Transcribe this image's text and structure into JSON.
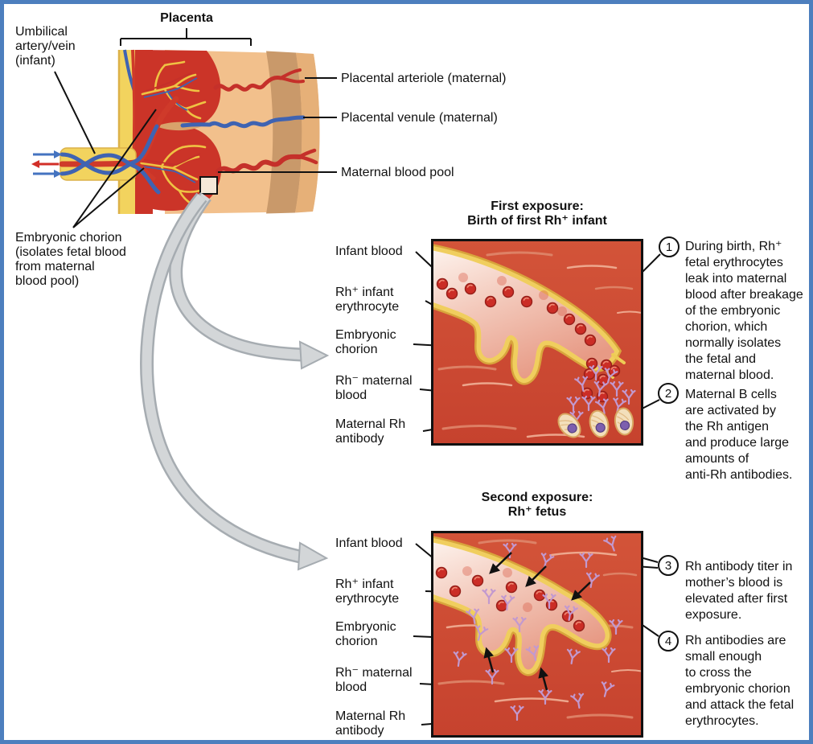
{
  "colors": {
    "frame_blue": "#4d7fbe",
    "panel_background_red": "#cf4a33",
    "chorion_yellow": "#f0ce5e",
    "infant_blood_pink": "#f3c9bb",
    "erythrocyte_red": "#cb2d26",
    "antibody_lavender": "#c299cf",
    "b_cell_cream": "#f3dfbb",
    "b_cell_nucleus_purple": "#7d5fae",
    "maternal_artery_red": "#c5302a",
    "maternal_vein_blue": "#3f63b2",
    "uterine_wall_tan": "#f1bd8a",
    "zoom_arrow_gray": "#d3d6d8"
  },
  "placenta_diagram": {
    "bracket_label": "Placenta",
    "labels": {
      "umbilical_lines": [
        "Umbilical",
        "artery/vein",
        "(infant)"
      ],
      "chorion_note_lines": [
        "Embryonic chorion",
        "(isolates fetal blood",
        "from maternal",
        "blood pool)"
      ],
      "arteriole": "Placental arteriole (maternal)",
      "venule": "Placental venule (maternal)",
      "blood_pool": "Maternal blood pool"
    }
  },
  "first_exposure": {
    "title_lines": [
      "First exposure:",
      "Birth of first Rh⁺ infant"
    ],
    "labels": [
      {
        "lines": [
          "Infant blood"
        ]
      },
      {
        "lines": [
          "Rh⁺ infant",
          "erythrocyte"
        ]
      },
      {
        "lines": [
          "Embryonic",
          "chorion"
        ]
      },
      {
        "lines": [
          "Rh⁻ maternal",
          "blood"
        ]
      },
      {
        "lines": [
          "Maternal Rh",
          "antibody"
        ]
      }
    ],
    "annotations": [
      {
        "number": "1",
        "lines": [
          "During birth, Rh⁺",
          "fetal erythrocytes",
          "leak into maternal",
          "blood after breakage",
          "of the embryonic",
          "chorion, which",
          "normally isolates",
          "the fetal and",
          "maternal blood."
        ]
      },
      {
        "number": "2",
        "lines": [
          "Maternal B cells",
          "are activated by",
          "the Rh antigen",
          "and produce large",
          "amounts of",
          "anti-Rh antibodies."
        ]
      }
    ]
  },
  "second_exposure": {
    "title_lines": [
      "Second exposure:",
      "Rh⁺ fetus"
    ],
    "labels": [
      {
        "lines": [
          "Infant blood"
        ]
      },
      {
        "lines": [
          "Rh⁺ infant",
          "erythrocyte"
        ]
      },
      {
        "lines": [
          "Embryonic",
          "chorion"
        ]
      },
      {
        "lines": [
          "Rh⁻ maternal",
          "blood"
        ]
      },
      {
        "lines": [
          "Maternal Rh",
          "antibody"
        ]
      }
    ],
    "annotations": [
      {
        "number": "3",
        "lines": [
          "Rh antibody titer in",
          "mother’s blood is",
          "elevated after first",
          "exposure."
        ]
      },
      {
        "number": "4",
        "lines": [
          "Rh antibodies are",
          "small enough",
          "to cross the",
          "embryonic chorion",
          "and attack the fetal",
          "erythrocytes."
        ]
      }
    ]
  }
}
